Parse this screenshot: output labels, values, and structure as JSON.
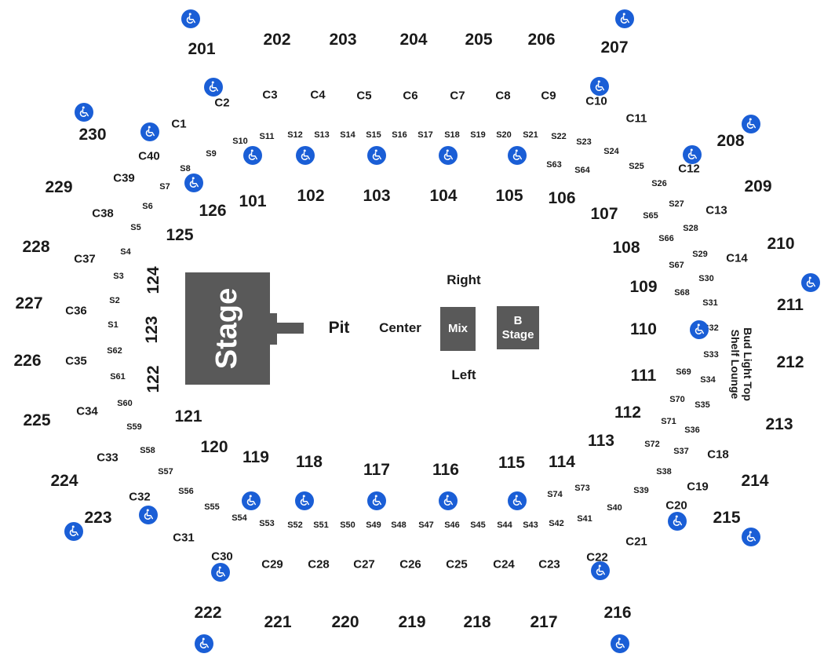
{
  "stage": {
    "label": "Stage"
  },
  "floor": {
    "pit": "Pit",
    "center": "Center",
    "right": "Right",
    "left": "Left",
    "mix": "Mix",
    "b_stage_line1": "B",
    "b_stage_line2": "Stage"
  },
  "lounge": {
    "line1": "Bud Light Top",
    "line2": "Shelf Lounge"
  },
  "colors": {
    "accessible": "#1a5ed6",
    "stage": "#595959",
    "text": "#1a1a1a"
  },
  "icons": {
    "accessible": "wheelchair-icon"
  },
  "sections_200": [
    "201",
    "202",
    "203",
    "204",
    "205",
    "206",
    "207",
    "208",
    "209",
    "210",
    "211",
    "212",
    "213",
    "214",
    "215",
    "216",
    "217",
    "218",
    "219",
    "220",
    "221",
    "222",
    "223",
    "224",
    "225",
    "226",
    "227",
    "228",
    "229",
    "230"
  ],
  "sections_100": [
    "101",
    "102",
    "103",
    "104",
    "105",
    "106",
    "107",
    "108",
    "109",
    "110",
    "111",
    "112",
    "113",
    "114",
    "115",
    "116",
    "117",
    "118",
    "119",
    "120",
    "121",
    "122",
    "123",
    "124",
    "125",
    "126"
  ],
  "club_sections": [
    "C1",
    "C2",
    "C3",
    "C4",
    "C5",
    "C6",
    "C7",
    "C8",
    "C9",
    "C10",
    "C11",
    "C12",
    "C13",
    "C14",
    "C18",
    "C19",
    "C20",
    "C21",
    "C22",
    "C23",
    "C24",
    "C25",
    "C26",
    "C27",
    "C28",
    "C29",
    "C30",
    "C31",
    "C32",
    "C33",
    "C34",
    "C35",
    "C36",
    "C37",
    "C38",
    "C39",
    "C40"
  ],
  "suites": [
    "S1",
    "S2",
    "S3",
    "S4",
    "S5",
    "S6",
    "S7",
    "S8",
    "S9",
    "S10",
    "S11",
    "S12",
    "S13",
    "S14",
    "S15",
    "S16",
    "S17",
    "S18",
    "S19",
    "S20",
    "S21",
    "S22",
    "S23",
    "S24",
    "S25",
    "S26",
    "S27",
    "S28",
    "S29",
    "S30",
    "S31",
    "S32",
    "S33",
    "S34",
    "S35",
    "S36",
    "S37",
    "S38",
    "S39",
    "S40",
    "S41",
    "S42",
    "S43",
    "S44",
    "S45",
    "S46",
    "S47",
    "S48",
    "S49",
    "S50",
    "S51",
    "S52",
    "S53",
    "S54",
    "S55",
    "S56",
    "S57",
    "S58",
    "S59",
    "S60",
    "S61",
    "S62",
    "S63",
    "S64",
    "S65",
    "S66",
    "S67",
    "S68",
    "S69",
    "S70",
    "S71",
    "S72",
    "S73",
    "S74"
  ]
}
